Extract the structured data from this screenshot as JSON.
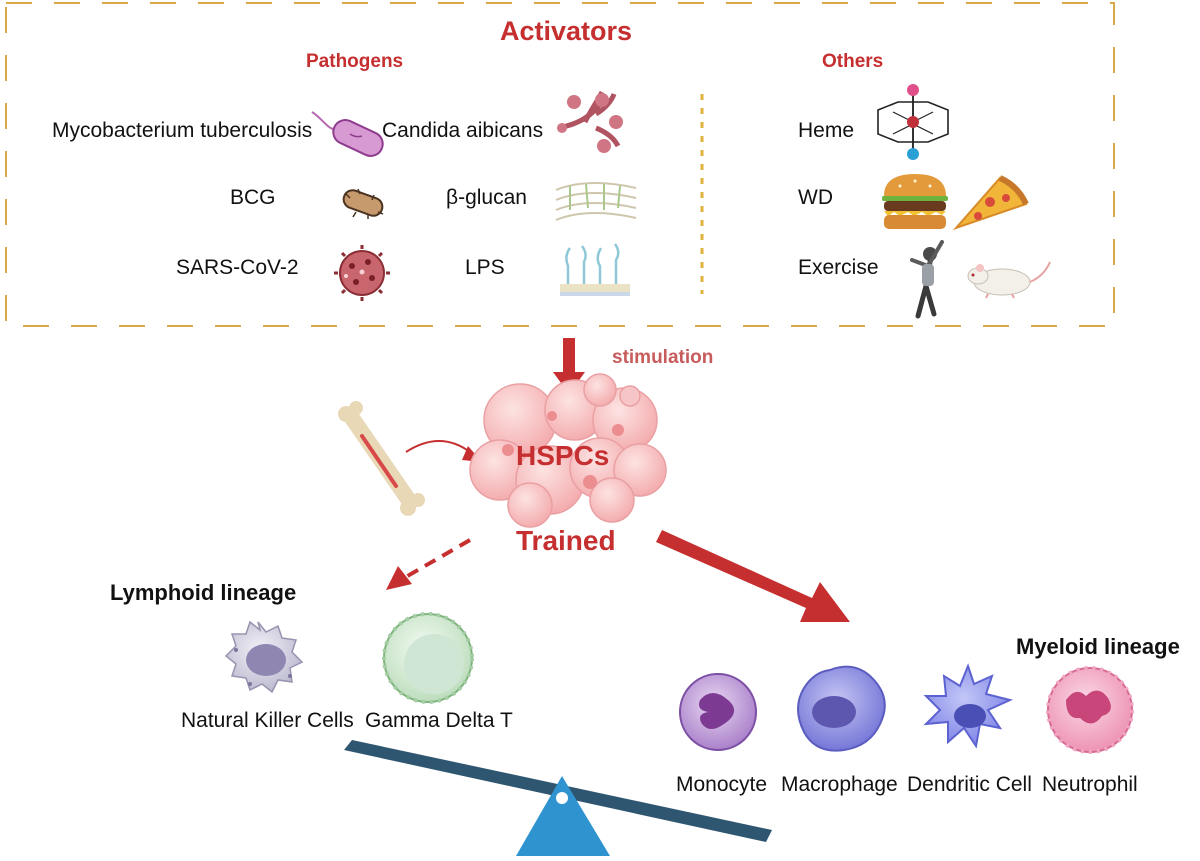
{
  "activators": {
    "title": "Activators",
    "pathogens": {
      "title": "Pathogens",
      "items": [
        "Mycobacterium tuberculosis",
        "Candida aibicans",
        "BCG",
        "β-glucan",
        "SARS-CoV-2",
        "LPS"
      ]
    },
    "others": {
      "title": "Others",
      "items": [
        "Heme",
        "WD",
        "Exercise"
      ]
    }
  },
  "stimulation_label": "stimulation",
  "hspc": {
    "label": "HSPCs",
    "state": "Trained"
  },
  "lymphoid": {
    "title": "Lymphoid lineage",
    "cells": [
      "Natural Killer Cells",
      "Gamma Delta T"
    ]
  },
  "myeloid": {
    "title": "Myeloid lineage",
    "cells": [
      "Monocyte",
      "Macrophage",
      "Dendritic Cell",
      "Neutrophil"
    ]
  },
  "colors": {
    "accent_red": "#c62f2f",
    "box_border": "#d9a84a",
    "seesaw_beam": "#2f5670",
    "seesaw_base": "#2f93cf"
  }
}
